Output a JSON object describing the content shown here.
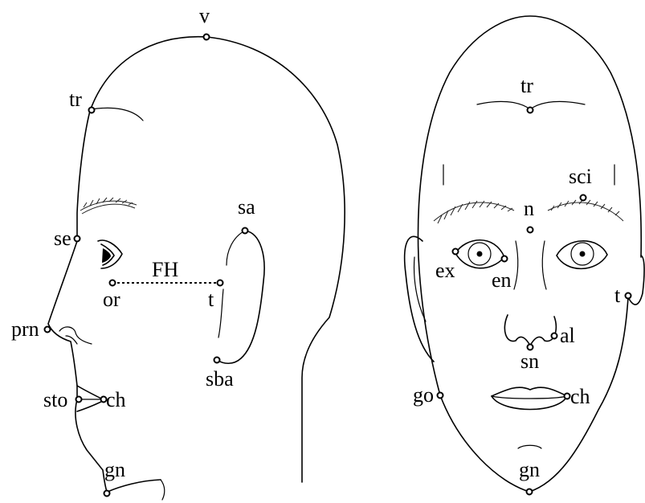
{
  "profile_view": {
    "labels": {
      "v": "v",
      "tr": "tr",
      "se": "se",
      "or": "or",
      "fh": "FH",
      "t": "t",
      "sa": "sa",
      "sba": "sba",
      "prn": "prn",
      "sto": "sto",
      "ch": "ch",
      "gn": "gn"
    }
  },
  "frontal_view": {
    "labels": {
      "tr": "tr",
      "sci": "sci",
      "n": "n",
      "ex": "ex",
      "en": "en",
      "t": "t",
      "al": "al",
      "sn": "sn",
      "go": "go",
      "ch": "ch",
      "gn": "gn"
    }
  }
}
